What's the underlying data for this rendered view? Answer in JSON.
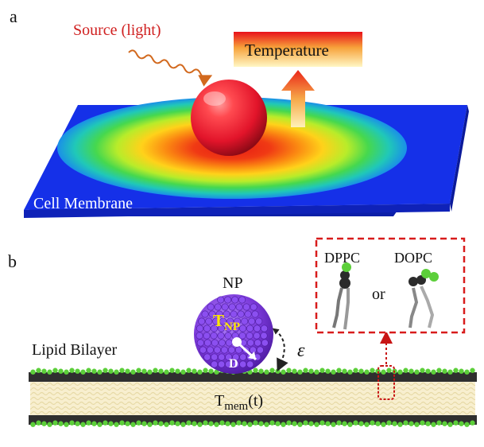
{
  "panel_a": {
    "label": "a",
    "source_label": "Source (light)",
    "temperature_label": "Temperature",
    "membrane_label": "Cell Membrane",
    "colors": {
      "source_text": "#d02020",
      "membrane_blue": "#1530e8",
      "sphere_red": "#e81c2c"
    }
  },
  "panel_b": {
    "label": "b",
    "np_label": "NP",
    "tnp_main": "T",
    "tnp_sub": "NP",
    "d_label": "D",
    "epsilon_label": "ε",
    "lipid_bilayer_label": "Lipid Bilayer",
    "tmem_main": "T",
    "tmem_sub": "mem",
    "tmem_suffix": "(t)",
    "inset": {
      "dppc_label": "DPPC",
      "dopc_label": "DOPC",
      "or_label": "or"
    },
    "colors": {
      "np_purple": "#7a38d8",
      "tnp_yellow": "#ffe600",
      "head_green": "#5ccf3a",
      "inset_border": "#d81c1c"
    }
  }
}
